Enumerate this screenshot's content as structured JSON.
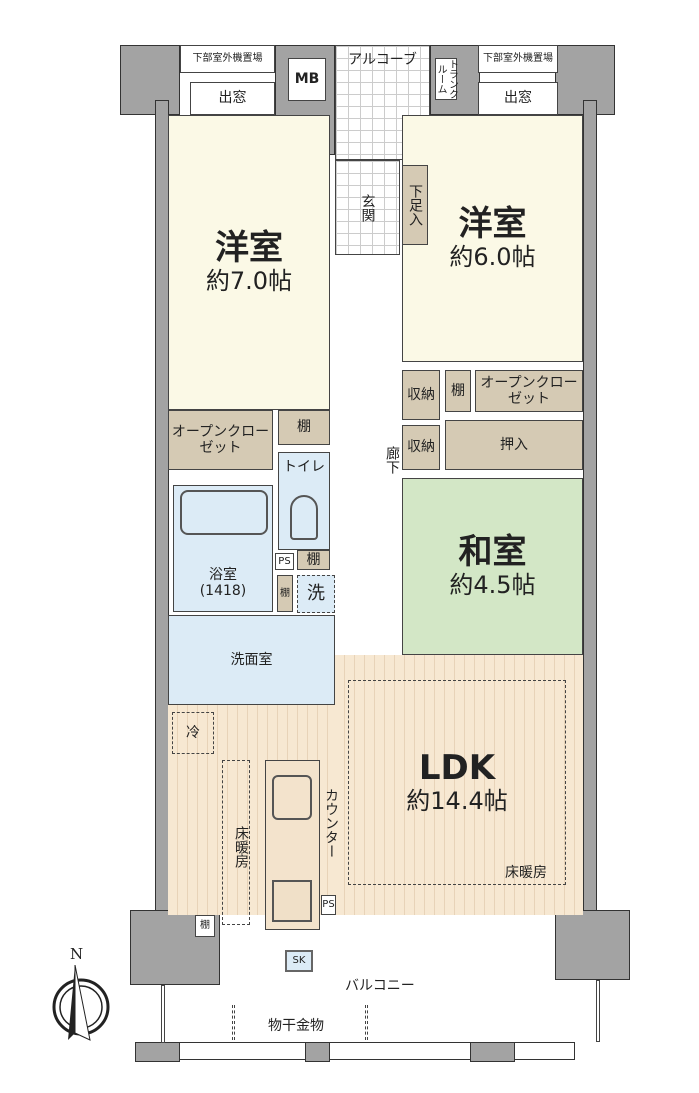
{
  "rooms": {
    "western_left": {
      "name": "洋室",
      "size": "約7.0帖"
    },
    "western_right": {
      "name": "洋室",
      "size": "約6.0帖"
    },
    "japanese": {
      "name": "和室",
      "size": "約4.5帖"
    },
    "ldk": {
      "name": "LDK",
      "size": "約14.4帖",
      "floor_heating": "床暖房"
    },
    "bath": {
      "name": "浴室",
      "size": "(1418)"
    },
    "toilet": "トイレ",
    "washroom": "洗面室",
    "hallway": "廊下",
    "entrance": "玄関",
    "alcove": "アルコーブ",
    "trunk_room": "トランクルーム",
    "balcony": "バルコニー"
  },
  "fixtures": {
    "outdoor_unit_left": "下部室外機置場",
    "outdoor_unit_right": "下部室外機置場",
    "bay_window_left": "出窓",
    "bay_window_right": "出窓",
    "mb": "MB",
    "shoe_cabinet": "下足入",
    "storage1": "収納",
    "storage2": "収納",
    "shelf": "棚",
    "open_closet": "オープンクローゼット",
    "oshiire": "押入",
    "ps": "PS",
    "washer": "洗",
    "fridge": "冷",
    "floor_heating_kitchen": "床暖房",
    "counter": "カウンター",
    "sk": "SK",
    "laundry_hanger": "物干金物",
    "compass_n": "N"
  },
  "colors": {
    "wall": "#a3a3a3",
    "western": "#fbf9e6",
    "storage": "#d5cab4",
    "wet": "#dcebf6",
    "japanese": "#d3e7c6",
    "flooring": "#f7e8d2"
  }
}
